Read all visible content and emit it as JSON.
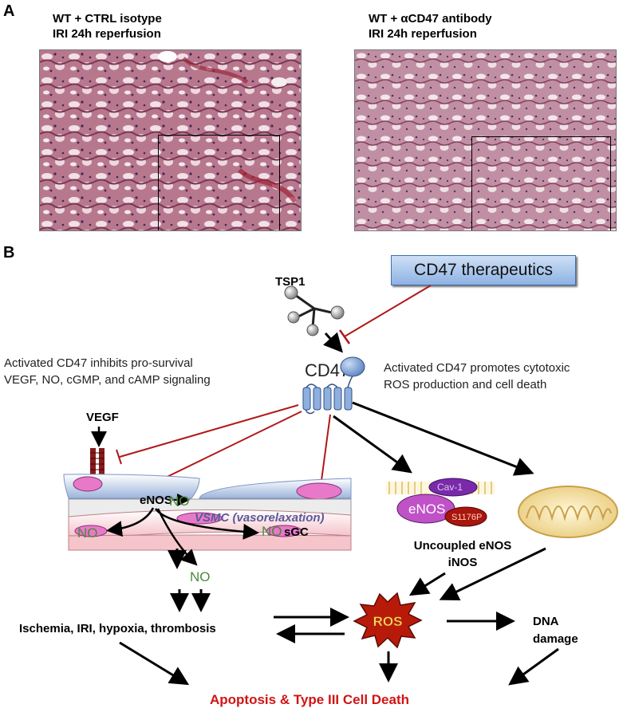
{
  "panel_a": {
    "letter": "A",
    "left_caption_line1": "WT + CTRL isotype",
    "left_caption_line2": "IRI 24h reperfusion",
    "right_caption_line1": "WT + αCD47 antibody",
    "right_caption_line2": "IRI 24h reperfusion"
  },
  "panel_b": {
    "letter": "B",
    "therapeutics": "CD47 therapeutics",
    "tsp1": "TSP1",
    "cd47": "CD47",
    "left_text_line1": "Activated CD47 inhibits pro-survival",
    "left_text_line2": "VEGF, NO, cGMP, and cAMP signaling",
    "right_text_line1": "Activated CD47 promotes cytotoxic",
    "right_text_line2": "ROS production and cell death",
    "vegf": "VEGF",
    "enos": "eNOS",
    "no": "NO",
    "vsmc": "VSMC (vasorelaxation)",
    "sgc": "sGC",
    "cav1": "Cav-1",
    "s1176p": "S1176P",
    "uncoupled_line1": "Uncoupled eNOS",
    "uncoupled_line2": "iNOS",
    "ischemia": "Ischemia, IRI, hypoxia, thrombosis",
    "ros": "ROS",
    "dna_line1": "DNA",
    "dna_line2": "damage",
    "apoptosis": "Apoptosis & Type III Cell Death"
  },
  "colors": {
    "inhibit_red": "#b01818",
    "no_green": "#4a8a3a",
    "apoptosis_red": "#d01414",
    "ros_fill": "#b81a0a",
    "ros_text": "#ffd65a",
    "vsmc_text": "#5a5a9a"
  }
}
